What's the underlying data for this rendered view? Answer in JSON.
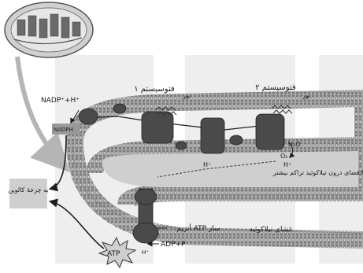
{
  "figure": {
    "labels": {
      "nadp_h": "NADP⁺+H⁺",
      "nadph": "NADPH",
      "photosystem_1": "فتوسیستم ۱",
      "photosystem_2": "فتوسیستم ۲",
      "light_1": "نور",
      "light_2": "نور",
      "water": "H₂O",
      "oxygen": "O₂",
      "h_plus_proton_release": "H⁺",
      "h_plus_lumen": "H⁺",
      "h_plus_synthase": "H⁺",
      "thylakoid_space": "فضای درون تیلاکوئید تراکم بیشتر H⁺",
      "thylakoid_membrane": "غشای تیلاکوئید",
      "atp_synthase": "آنزیم ATP ساز",
      "adp_p": "ADP+P",
      "atp": "ATP",
      "calvin_cycle": "به چرخهٔ کالوین"
    },
    "colors": {
      "membrane": "#9c9c9c",
      "lumen": "#cfcfcf",
      "protein": "#4a4a4a",
      "background_panels": "#ededed",
      "arrow": "#1e1e1e"
    }
  }
}
